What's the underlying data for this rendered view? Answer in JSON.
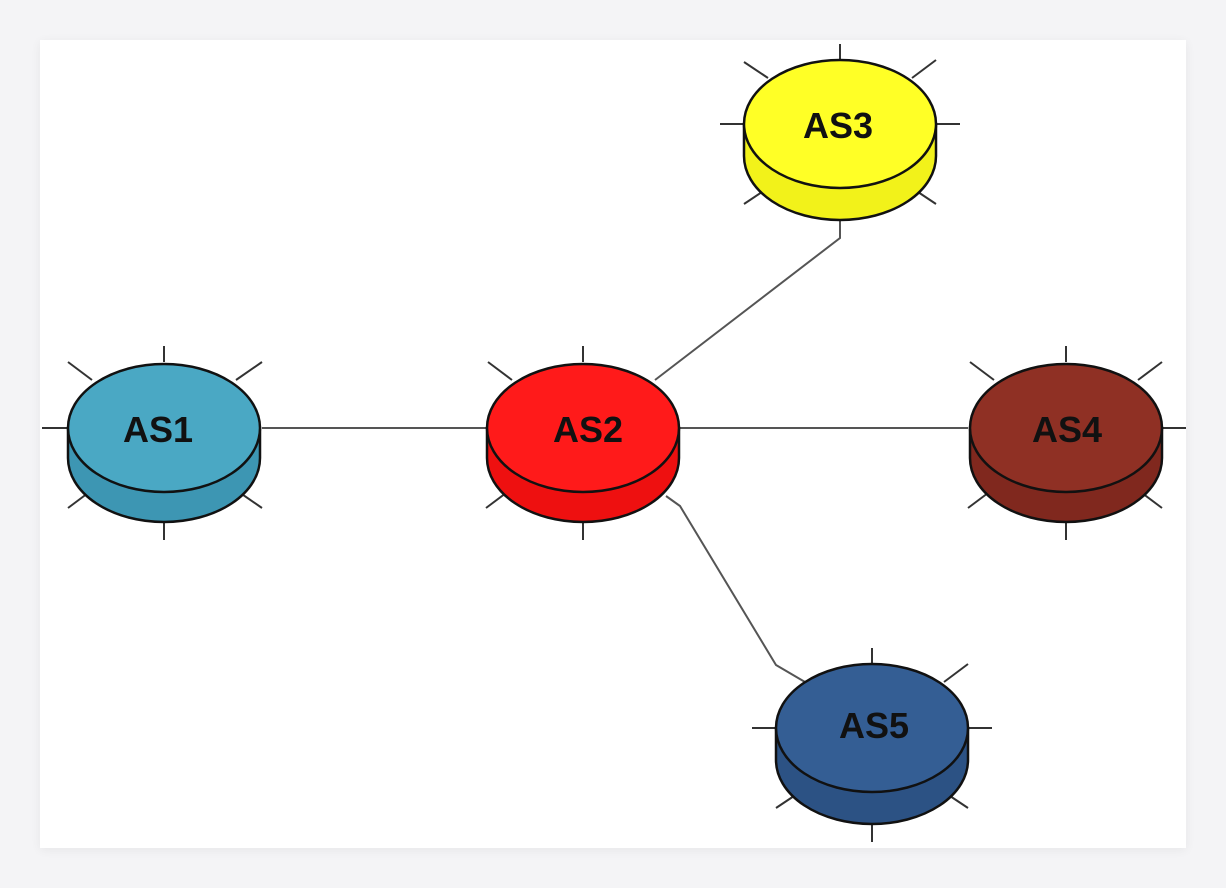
{
  "diagram": {
    "nodes": [
      {
        "id": "as1",
        "label": "AS1",
        "color": "#4aa8c4",
        "side": "#3d96b3"
      },
      {
        "id": "as2",
        "label": "AS2",
        "color": "#ff1a1a",
        "side": "#ee1010"
      },
      {
        "id": "as3",
        "label": "AS3",
        "color": "#ffff26",
        "side": "#f2f21a"
      },
      {
        "id": "as4",
        "label": "AS4",
        "color": "#8f3024",
        "side": "#80281e"
      },
      {
        "id": "as5",
        "label": "AS5",
        "color": "#345e94",
        "side": "#2c5284"
      }
    ],
    "links": [
      {
        "from": "as1",
        "to": "as2"
      },
      {
        "from": "as2",
        "to": "as3"
      },
      {
        "from": "as2",
        "to": "as4"
      },
      {
        "from": "as2",
        "to": "as5"
      }
    ]
  }
}
